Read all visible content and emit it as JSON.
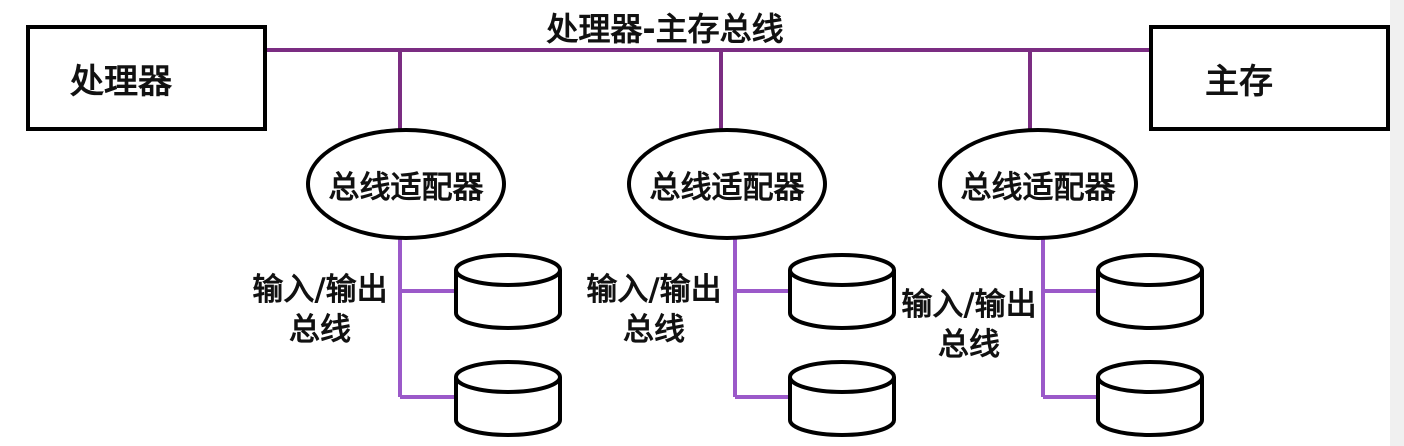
{
  "diagram": {
    "bus_title": "处理器-主存总线",
    "processor_label": "处理器",
    "memory_label": "主存",
    "adapters": [
      {
        "label": "总线适配器",
        "io_bus_line1": "输入/输出",
        "io_bus_line2": "总线"
      },
      {
        "label": "总线适配器",
        "io_bus_line1": "输入/输出",
        "io_bus_line2": "总线"
      },
      {
        "label": "总线适配器",
        "io_bus_line1": "输入/输出",
        "io_bus_line2": "总线"
      }
    ],
    "devices_per_bus": 2
  },
  "colors": {
    "system_bus": "#7b2d82",
    "io_bus": "#9b59c9",
    "outline": "#000000"
  }
}
